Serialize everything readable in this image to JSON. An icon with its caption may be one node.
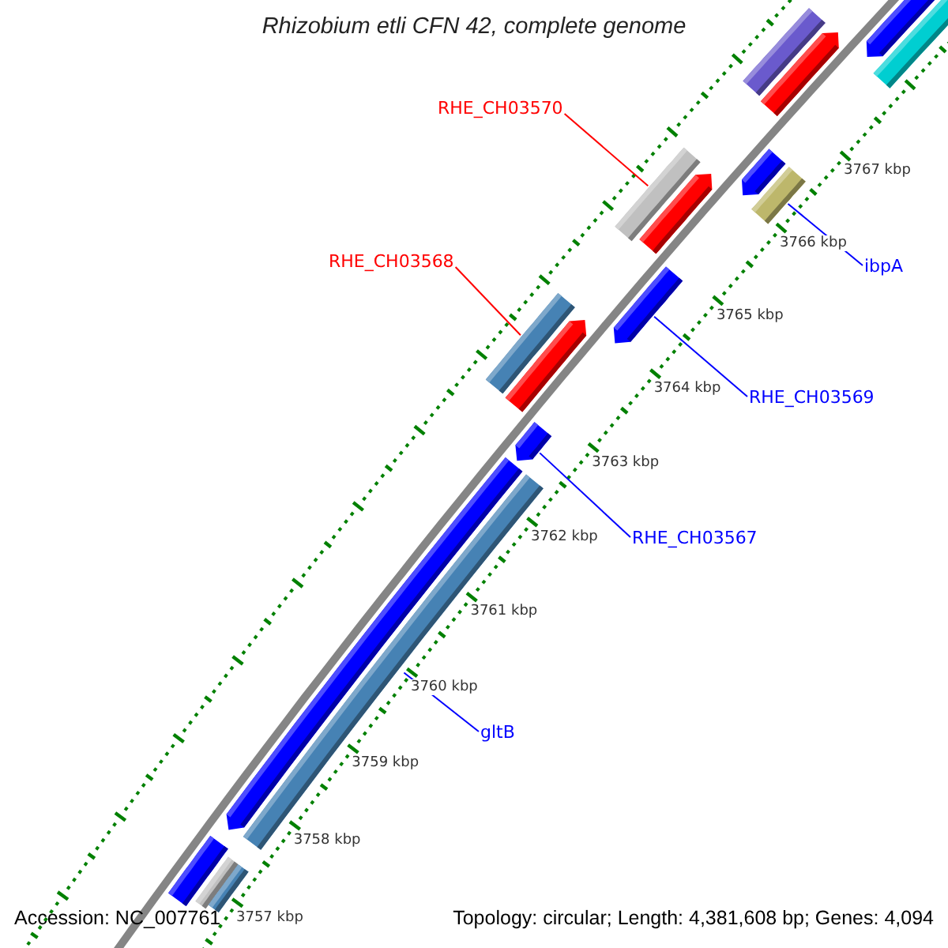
{
  "diagram": {
    "title": "Rhizobium etli CFN 42, complete genome",
    "nodes": [
      {
        "text": [
          "RHE_CH03570"
        ]
      },
      {
        "text": [],
        "shape": "bar"
      },
      {
        "text": [
          "RHE_CH03568"
        ]
      },
      {
        "text": [],
        "shape": "bar"
      },
      {
        "text": [
          "ibpA"
        ]
      },
      {
        "text": [],
        "shape": "bar"
      },
      {
        "text": [
          "RHE_CH03569"
        ]
      },
      {
        "text": [],
        "shape": "bar"
      },
      {
        "text": [
          "RHE_CH03567"
        ]
      },
      {
        "text": [],
        "shape": "bar"
      },
      {
        "text": [
          "gltB"
        ]
      },
      {
        "text": [],
        "shape": "bar"
      },
      {
        "text": [],
        "shape": "bar"
      },
      {
        "text": [],
        "shape": "bar"
      },
      {
        "text": [],
        "shape": "bar"
      },
      {
        "text": [],
        "shape": "bar"
      },
      {
        "text": [],
        "shape": "bar"
      },
      {
        "text": [],
        "shape": "bar"
      },
      {
        "text": [],
        "shape": "bar"
      },
      {
        "text": [],
        "shape": "bar"
      },
      {
        "text": [],
        "shape": "bar"
      },
      {
        "text": [],
        "shape": "bar"
      },
      {
        "text": [],
        "shape": "bar"
      }
    ],
    "edges": [
      {
        "from": 0,
        "to": 1,
        "arrow": "none",
        "color": "#ff0000"
      },
      {
        "from": 2,
        "to": 3,
        "arrow": "none",
        "color": "#ff0000"
      },
      {
        "from": 4,
        "to": 5,
        "arrow": "none"
      },
      {
        "from": 6,
        "to": 7,
        "arrow": "none"
      },
      {
        "from": 8,
        "to": 9,
        "arrow": "none"
      },
      {
        "from": 10,
        "to": 11,
        "arrow": "none"
      }
    ],
    "labels": [
      "3767 kbp",
      "3766 kbp",
      "3765 kbp",
      "3764 kbp",
      "3763 kbp",
      "3762 kbp",
      "3761 kbp",
      "3760 kbp",
      "3759 kbp",
      "3758 kbp",
      "3757 kbp",
      "Accession: NC_007761",
      "Topology: circular; Length: 4,381,608 bp; Genes: 4,094"
    ]
  }
}
